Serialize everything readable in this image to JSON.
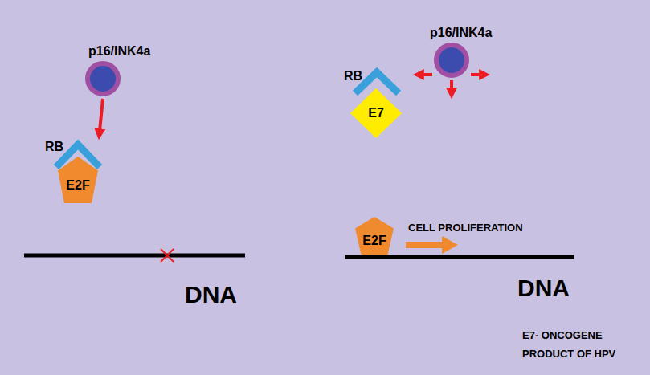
{
  "diagram": {
    "nodes": [
      {
        "text": [
          "p16/INK4a"
        ]
      },
      {
        "text": [
          "RB"
        ]
      },
      {
        "text": [
          "E2F"
        ]
      },
      {
        "text": [
          "RB"
        ]
      },
      {
        "text": [
          "E7"
        ]
      },
      {
        "text": [
          "p16/INK4a"
        ]
      },
      {
        "text": [
          "E2F"
        ]
      }
    ],
    "edges": [
      {
        "from": 0,
        "to": 1,
        "arrow": "to"
      }
    ],
    "labels": [
      "CELL PROLIFERATION",
      "DNA",
      "DNA",
      "E7- ONCOGENE PRODUCT OF HPV"
    ]
  }
}
